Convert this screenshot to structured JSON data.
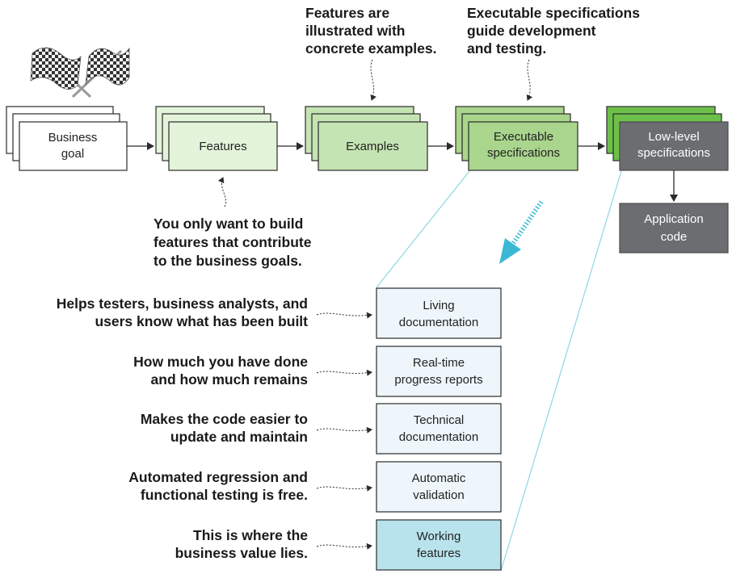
{
  "colors": {
    "white_box": "#ffffff",
    "green_light": "#e3f4da",
    "green_mid": "#c5e4b3",
    "green_strong": "#a9d58c",
    "green_dark": "#6cc04a",
    "gray_box": "#6b6d70",
    "light_blue_box": "#eef6fb",
    "working_box": "#b9e3ec",
    "funnel_line": "#8fd6e4",
    "pointer_arrow": "#3bb8d4",
    "stroke": "#2b2b2b"
  },
  "flow": {
    "business_goal": {
      "line1": "Business",
      "line2": "goal"
    },
    "features": {
      "label": "Features"
    },
    "examples": {
      "label": "Examples"
    },
    "executable": {
      "line1": "Executable",
      "line2": "specifications"
    },
    "low_level": {
      "line1": "Low-level",
      "line2": "specifications"
    },
    "application_code": {
      "line1": "Application",
      "line2": "code"
    }
  },
  "callouts": {
    "examples_note": [
      "Features are",
      "illustrated with",
      "concrete examples."
    ],
    "executable_note": [
      "Executable specifications",
      "guide development",
      "and testing."
    ],
    "features_note": [
      "You only want to build",
      "features that contribute",
      "to the business goals."
    ]
  },
  "outcomes": [
    {
      "box": [
        "Living",
        "documentation"
      ],
      "note": [
        "Helps testers, business analysts, and",
        "users know what has been built"
      ]
    },
    {
      "box": [
        "Real-time",
        "progress reports"
      ],
      "note": [
        "How much you have done",
        "and how much remains"
      ]
    },
    {
      "box": [
        "Technical",
        "documentation"
      ],
      "note": [
        "Makes the code easier to",
        "update and maintain"
      ]
    },
    {
      "box": [
        "Automatic",
        "validation"
      ],
      "note": [
        "Automated regression and",
        "functional testing is free."
      ]
    },
    {
      "box": [
        "Working",
        "features"
      ],
      "note": [
        "This is where the",
        "business value lies."
      ]
    }
  ],
  "icons": {
    "flags": "checkered-flags-icon",
    "pointer": "diagonal-arrow-icon"
  }
}
